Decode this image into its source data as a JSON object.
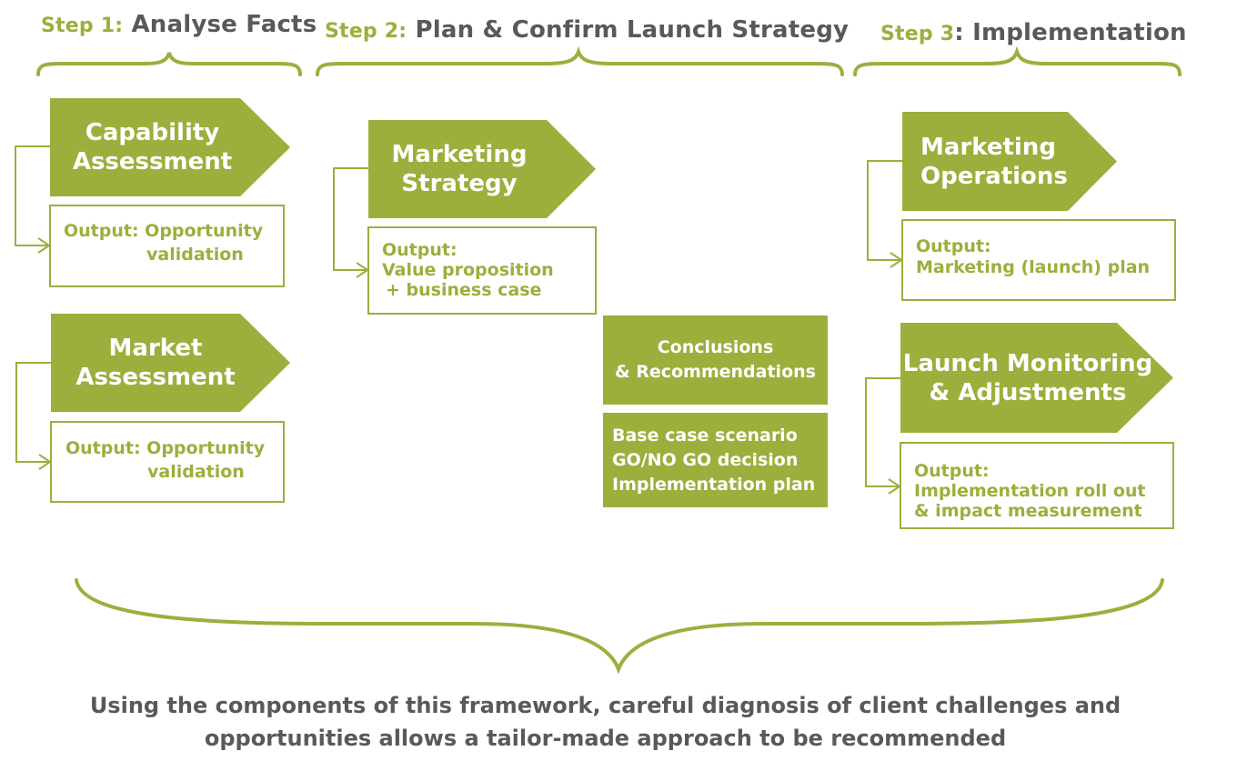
{
  "colors": {
    "accent": "#9BAF3C",
    "text_dark": "#595959",
    "white": "#FFFFFF"
  },
  "steps": [
    {
      "label": "Step 1:",
      "title": "Analyse Facts"
    },
    {
      "label": "Step 2:",
      "title": "Plan & Confirm Launch Strategy"
    },
    {
      "label": "Step 3",
      "colon": ":",
      "title": "Implementation"
    }
  ],
  "blocks": {
    "capability": {
      "line1": "Capability",
      "line2": "Assessment",
      "output_line1": "Output: Opportunity",
      "output_line2": "validation"
    },
    "market": {
      "line1": "Market",
      "line2": "Assessment",
      "output_line1": "Output: Opportunity",
      "output_line2": "validation"
    },
    "strategy": {
      "line1": "Marketing",
      "line2": "Strategy",
      "output_line1": "Output:",
      "output_line2": "Value proposition",
      "output_line3": "+ business case"
    },
    "conclusions": {
      "line1": "Conclusions",
      "line2": "& Recommendations"
    },
    "decisions": {
      "line1": "Base case scenario",
      "line2": "GO/NO GO decision",
      "line3": "Implementation plan"
    },
    "operations": {
      "line1": "Marketing",
      "line2": "Operations",
      "output_line1": "Output:",
      "output_line2": "Marketing (launch) plan"
    },
    "monitoring": {
      "line1": "Launch Monitoring",
      "line2": "& Adjustments",
      "output_line1": "Output:",
      "output_line2": "Implementation roll out",
      "output_line3": "& impact measurement"
    }
  },
  "footer": {
    "line1": "Using the components of this framework, careful diagnosis of client challenges and",
    "line2": "opportunities allows a tailor-made approach to be recommended"
  }
}
